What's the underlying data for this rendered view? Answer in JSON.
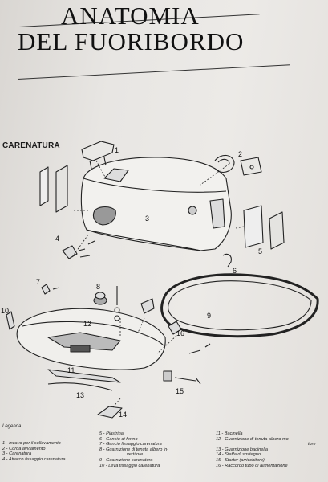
{
  "title": {
    "line1": "ANATOMIA",
    "line2": "DEL FUORIBORDO"
  },
  "section": "CARENATURA",
  "callouts": [
    "1",
    "2",
    "3",
    "4",
    "5",
    "6",
    "7",
    "8",
    "9",
    "10",
    "11",
    "12",
    "13",
    "14",
    "15",
    "16"
  ],
  "legend": {
    "title": "Legenda",
    "col1": [
      "1 - Incavo per il sollevamento",
      "2 - Corda avviamento",
      "3 - Carenatura",
      "4 - Attacco fissaggio carenatura"
    ],
    "col2": [
      "5 - Piastrina",
      "6 - Gancio di fermo",
      "7 - Gancio fissaggio carenatura",
      "8 - Guarnizione di tenuta albero in-",
      "vertitore",
      "9 - Guarnizione carenatura",
      "10 - Leva fissaggio carenatura"
    ],
    "col3": [
      "11 - Bacinella",
      "12 - Guarnizione di tenuta albero mo-",
      "tore",
      "13 - Guarnizione bacinella",
      "14 - Staffa di sostegno",
      "15 - Starter (arricchitore)",
      "16 - Raccordo tubo di alimentazione"
    ]
  }
}
